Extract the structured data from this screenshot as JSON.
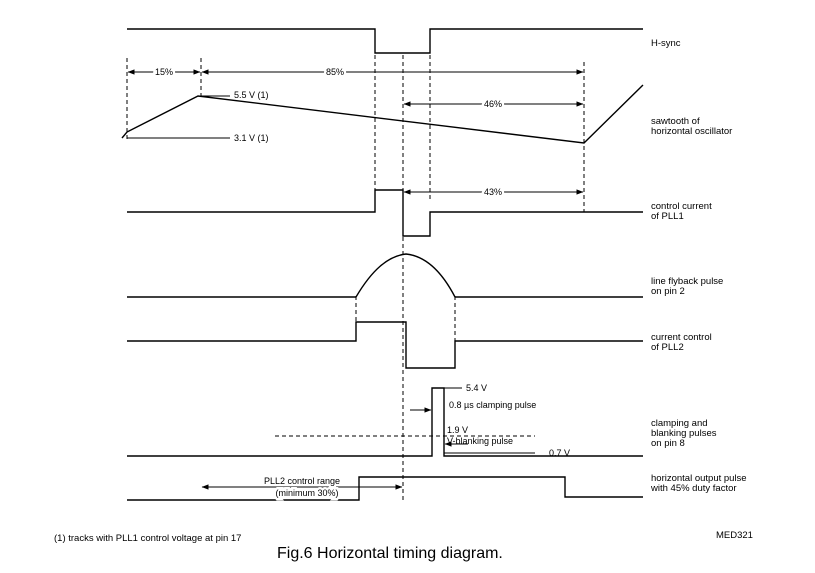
{
  "signals": {
    "hsync": "H-sync",
    "sawtooth_l1": "sawtooth of",
    "sawtooth_l2": "horizontal oscillator",
    "pll1_l1": "control current",
    "pll1_l2": "of PLL1",
    "flyback_l1": "line flyback pulse",
    "flyback_l2": "on pin 2",
    "pll2_l1": "current control",
    "pll2_l2": "of PLL2",
    "clamp_l1": "clamping and",
    "clamp_l2": "blanking pulses",
    "clamp_l3": "on pin 8",
    "hout_l1": "horizontal output pulse",
    "hout_l2": "with 45% duty factor"
  },
  "annotations": {
    "pct15": "15%",
    "pct85": "85%",
    "pct46": "46%",
    "pct43": "43%",
    "v55": "5.5 V (1)",
    "v31": "3.1 V (1)",
    "v54": "5.4 V",
    "clamp_pulse": "0.8 µs clamping pulse",
    "v19": "1.9 V",
    "vblank": "V-blanking pulse",
    "v07": "0.7 V",
    "pll2_range_l1": "PLL2 control range",
    "pll2_range_l2": "(minimum 30%)"
  },
  "footnote": "(1) tracks with PLL1 control voltage at pin 17",
  "ref": "MED321",
  "caption": "Fig.6  Horizontal timing diagram."
}
